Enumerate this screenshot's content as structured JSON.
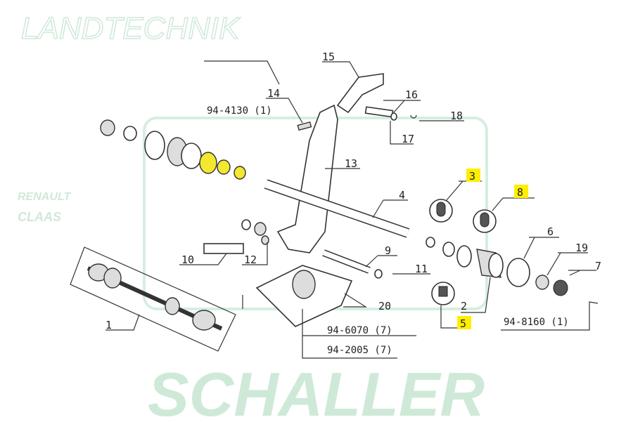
{
  "watermark": {
    "brand": "SCHALLER",
    "sub": "LANDTECHNIK",
    "logos": [
      "RENAULT",
      "CLAAS"
    ]
  },
  "colors": {
    "highlight": "#ffee00",
    "watermark": "#cfe9d8",
    "line": "#333333"
  },
  "part_labels": [
    "1",
    "2",
    "3",
    "4",
    "5",
    "6",
    "7",
    "8",
    "9",
    "10",
    "11",
    "12",
    "13",
    "14",
    "15",
    "16",
    "17",
    "18",
    "19",
    "20"
  ],
  "highlighted_labels": [
    "3",
    "5",
    "8"
  ],
  "references": {
    "r4130": "94-4130 (1)",
    "r6070": "94-6070 (7)",
    "r2005": "94-2005 (7)",
    "r8160": "94-8160 (1)"
  }
}
